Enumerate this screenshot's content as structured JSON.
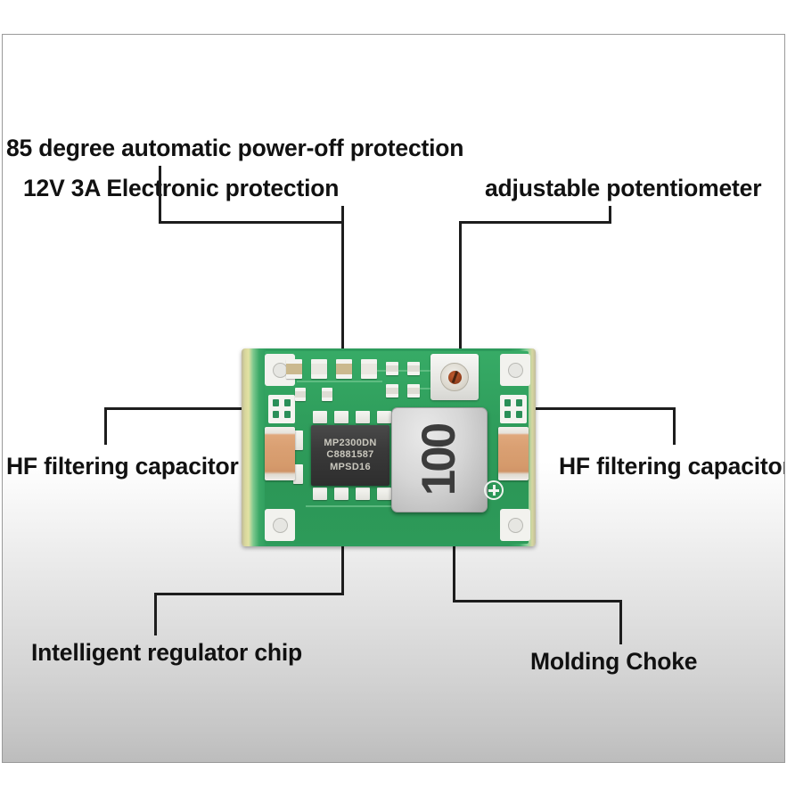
{
  "image": {
    "subject": "Mini DC-DC step-down buck converter module (annotated product photo)",
    "background_colors": {
      "top": "#ffffff",
      "bottom": "#bcbcbc",
      "panel_border": "#9a9a9a",
      "leader_line": "#1d1d1d",
      "caption_text": "#111111"
    }
  },
  "annotations": [
    {
      "id": "power-off-protection",
      "label": "85 degree automatic power-off protection",
      "position": "top-left"
    },
    {
      "id": "electronic-protection",
      "label": "12V 3A Electronic protection",
      "position": "top-left-second"
    },
    {
      "id": "adjustable-potentiometer",
      "label": "adjustable potentiometer",
      "position": "top-right"
    },
    {
      "id": "hf-filtering-capacitor-left",
      "label": "HF filtering capacitor",
      "position": "middle-left"
    },
    {
      "id": "hf-filtering-capacitor-right",
      "label": "HF filtering capacitor",
      "position": "middle-right"
    },
    {
      "id": "intelligent-regulator-chip",
      "label": "Intelligent regulator chip",
      "position": "bottom-left"
    },
    {
      "id": "molding-choke",
      "label": "Molding Choke",
      "position": "bottom-right"
    }
  ],
  "board": {
    "color": "#2c9a5b",
    "ic_markings": {
      "line1": "MP2300DN",
      "line2": "C8881587",
      "line3": "MPSD16"
    },
    "choke_marking": "100",
    "plus_marker": "+"
  }
}
